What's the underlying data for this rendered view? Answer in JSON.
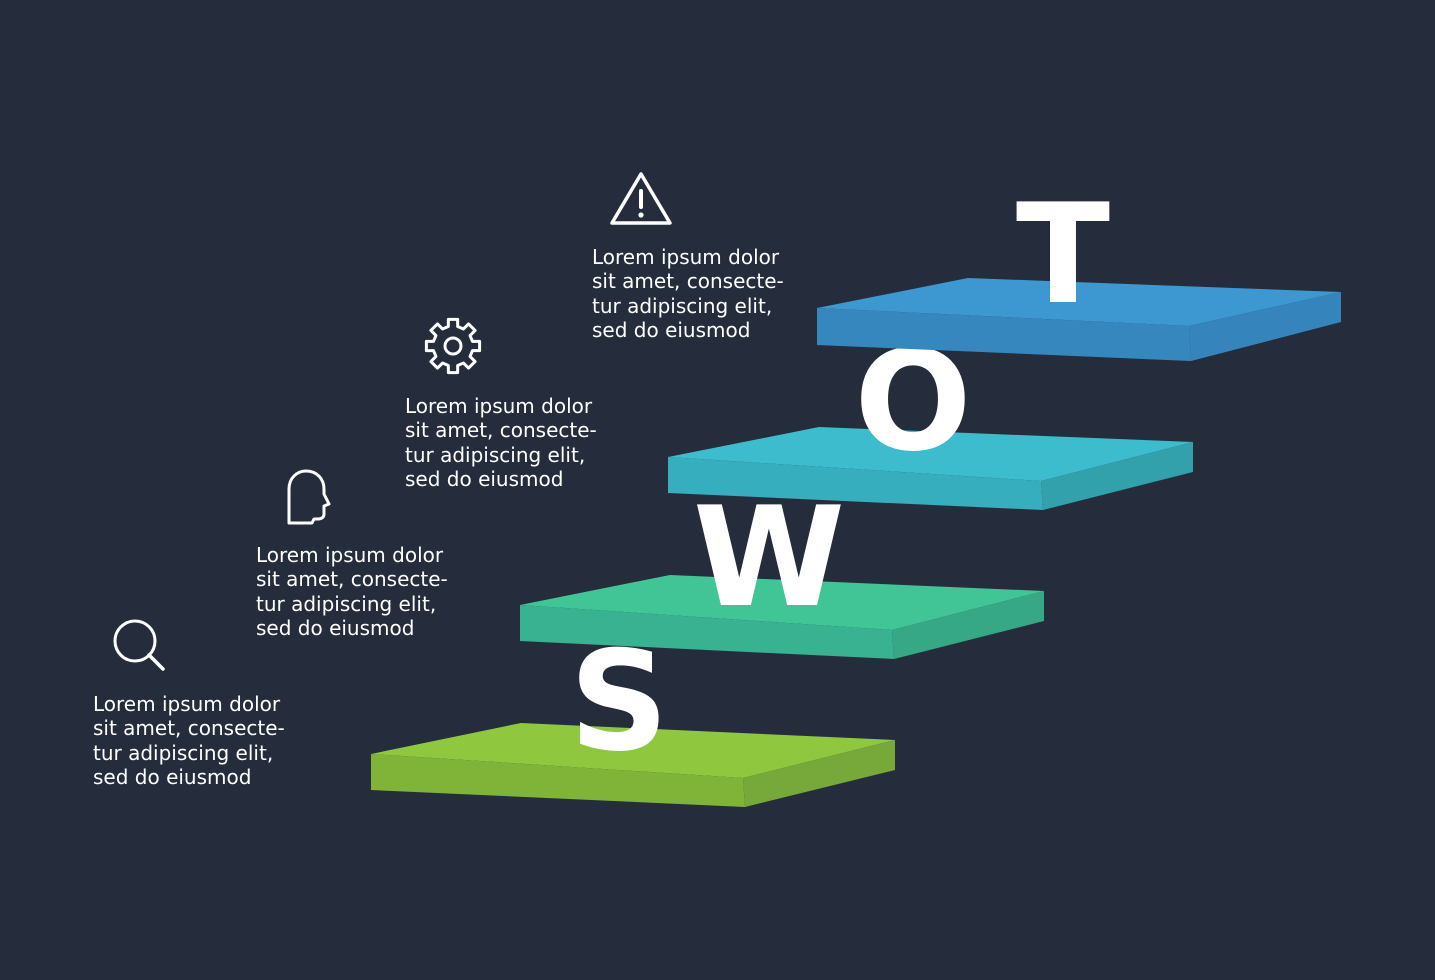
{
  "steps": [
    {
      "key": "s",
      "letter": "S",
      "icon": "magnifier-icon",
      "color": "#8dc63f",
      "text_lines": [
        "Lorem ipsum dolor",
        "sit amet, consecte-",
        "tur adipiscing elit,",
        "sed do eiusmod"
      ]
    },
    {
      "key": "w",
      "letter": "W",
      "icon": "head-profile-icon",
      "color": "#3fc6a0",
      "text_lines": [
        "Lorem ipsum dolor",
        "sit amet, consecte-",
        "tur adipiscing elit,",
        "sed do eiusmod"
      ]
    },
    {
      "key": "o",
      "letter": "O",
      "icon": "gear-icon",
      "color": "#3cbccd",
      "text_lines": [
        "Lorem ipsum dolor",
        "sit amet, consecte-",
        "tur adipiscing elit,",
        "sed do eiusmod"
      ]
    },
    {
      "key": "t",
      "letter": "T",
      "icon": "warning-triangle-icon",
      "color": "#3d94cc",
      "text_lines": [
        "Lorem ipsum dolor",
        "sit amet, consecte-",
        "tur adipiscing elit,",
        "sed do eiusmod"
      ]
    }
  ],
  "colors": {
    "background": "#252d3c",
    "text": "#ffffff"
  }
}
